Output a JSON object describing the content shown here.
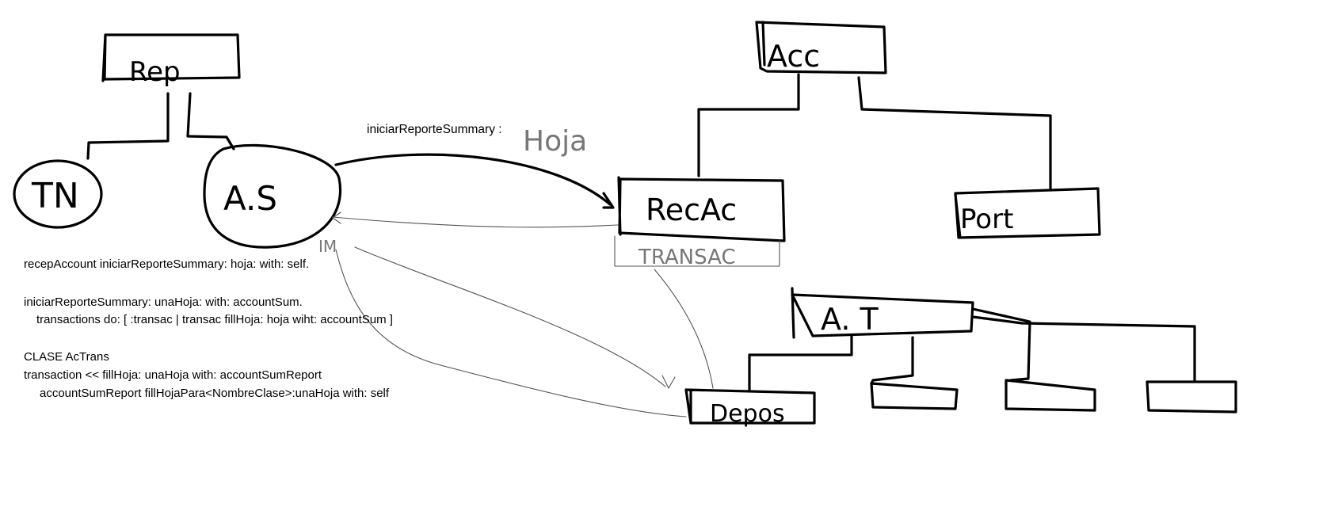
{
  "nodes": {
    "rep": "Rep",
    "tn": "TN",
    "as": "A.S",
    "acc": "Acc",
    "recac": "RecAc",
    "port": "Port",
    "at": "A.  T",
    "transac": "TRANSAC",
    "depos": "Depos"
  },
  "edge_labels": {
    "message": "iniciarReporteSummary :",
    "hoja": "Hoja",
    "self_mark": "IM"
  },
  "code_lines": [
    "recepAccount iniciarReporteSummary: hoja: with: self.",
    "iniciarReporteSummary: unaHoja: with: accountSum.",
    "transactions do: [  :transac  |  transac fillHoja: hoja wiht: accountSum   ]",
    "CLASE AcTrans",
    "transaction <<  fillHoja: unaHoja with: accountSumReport",
    "accountSumReport fillHojaPara<NombreClase>:unaHoja with: self"
  ]
}
